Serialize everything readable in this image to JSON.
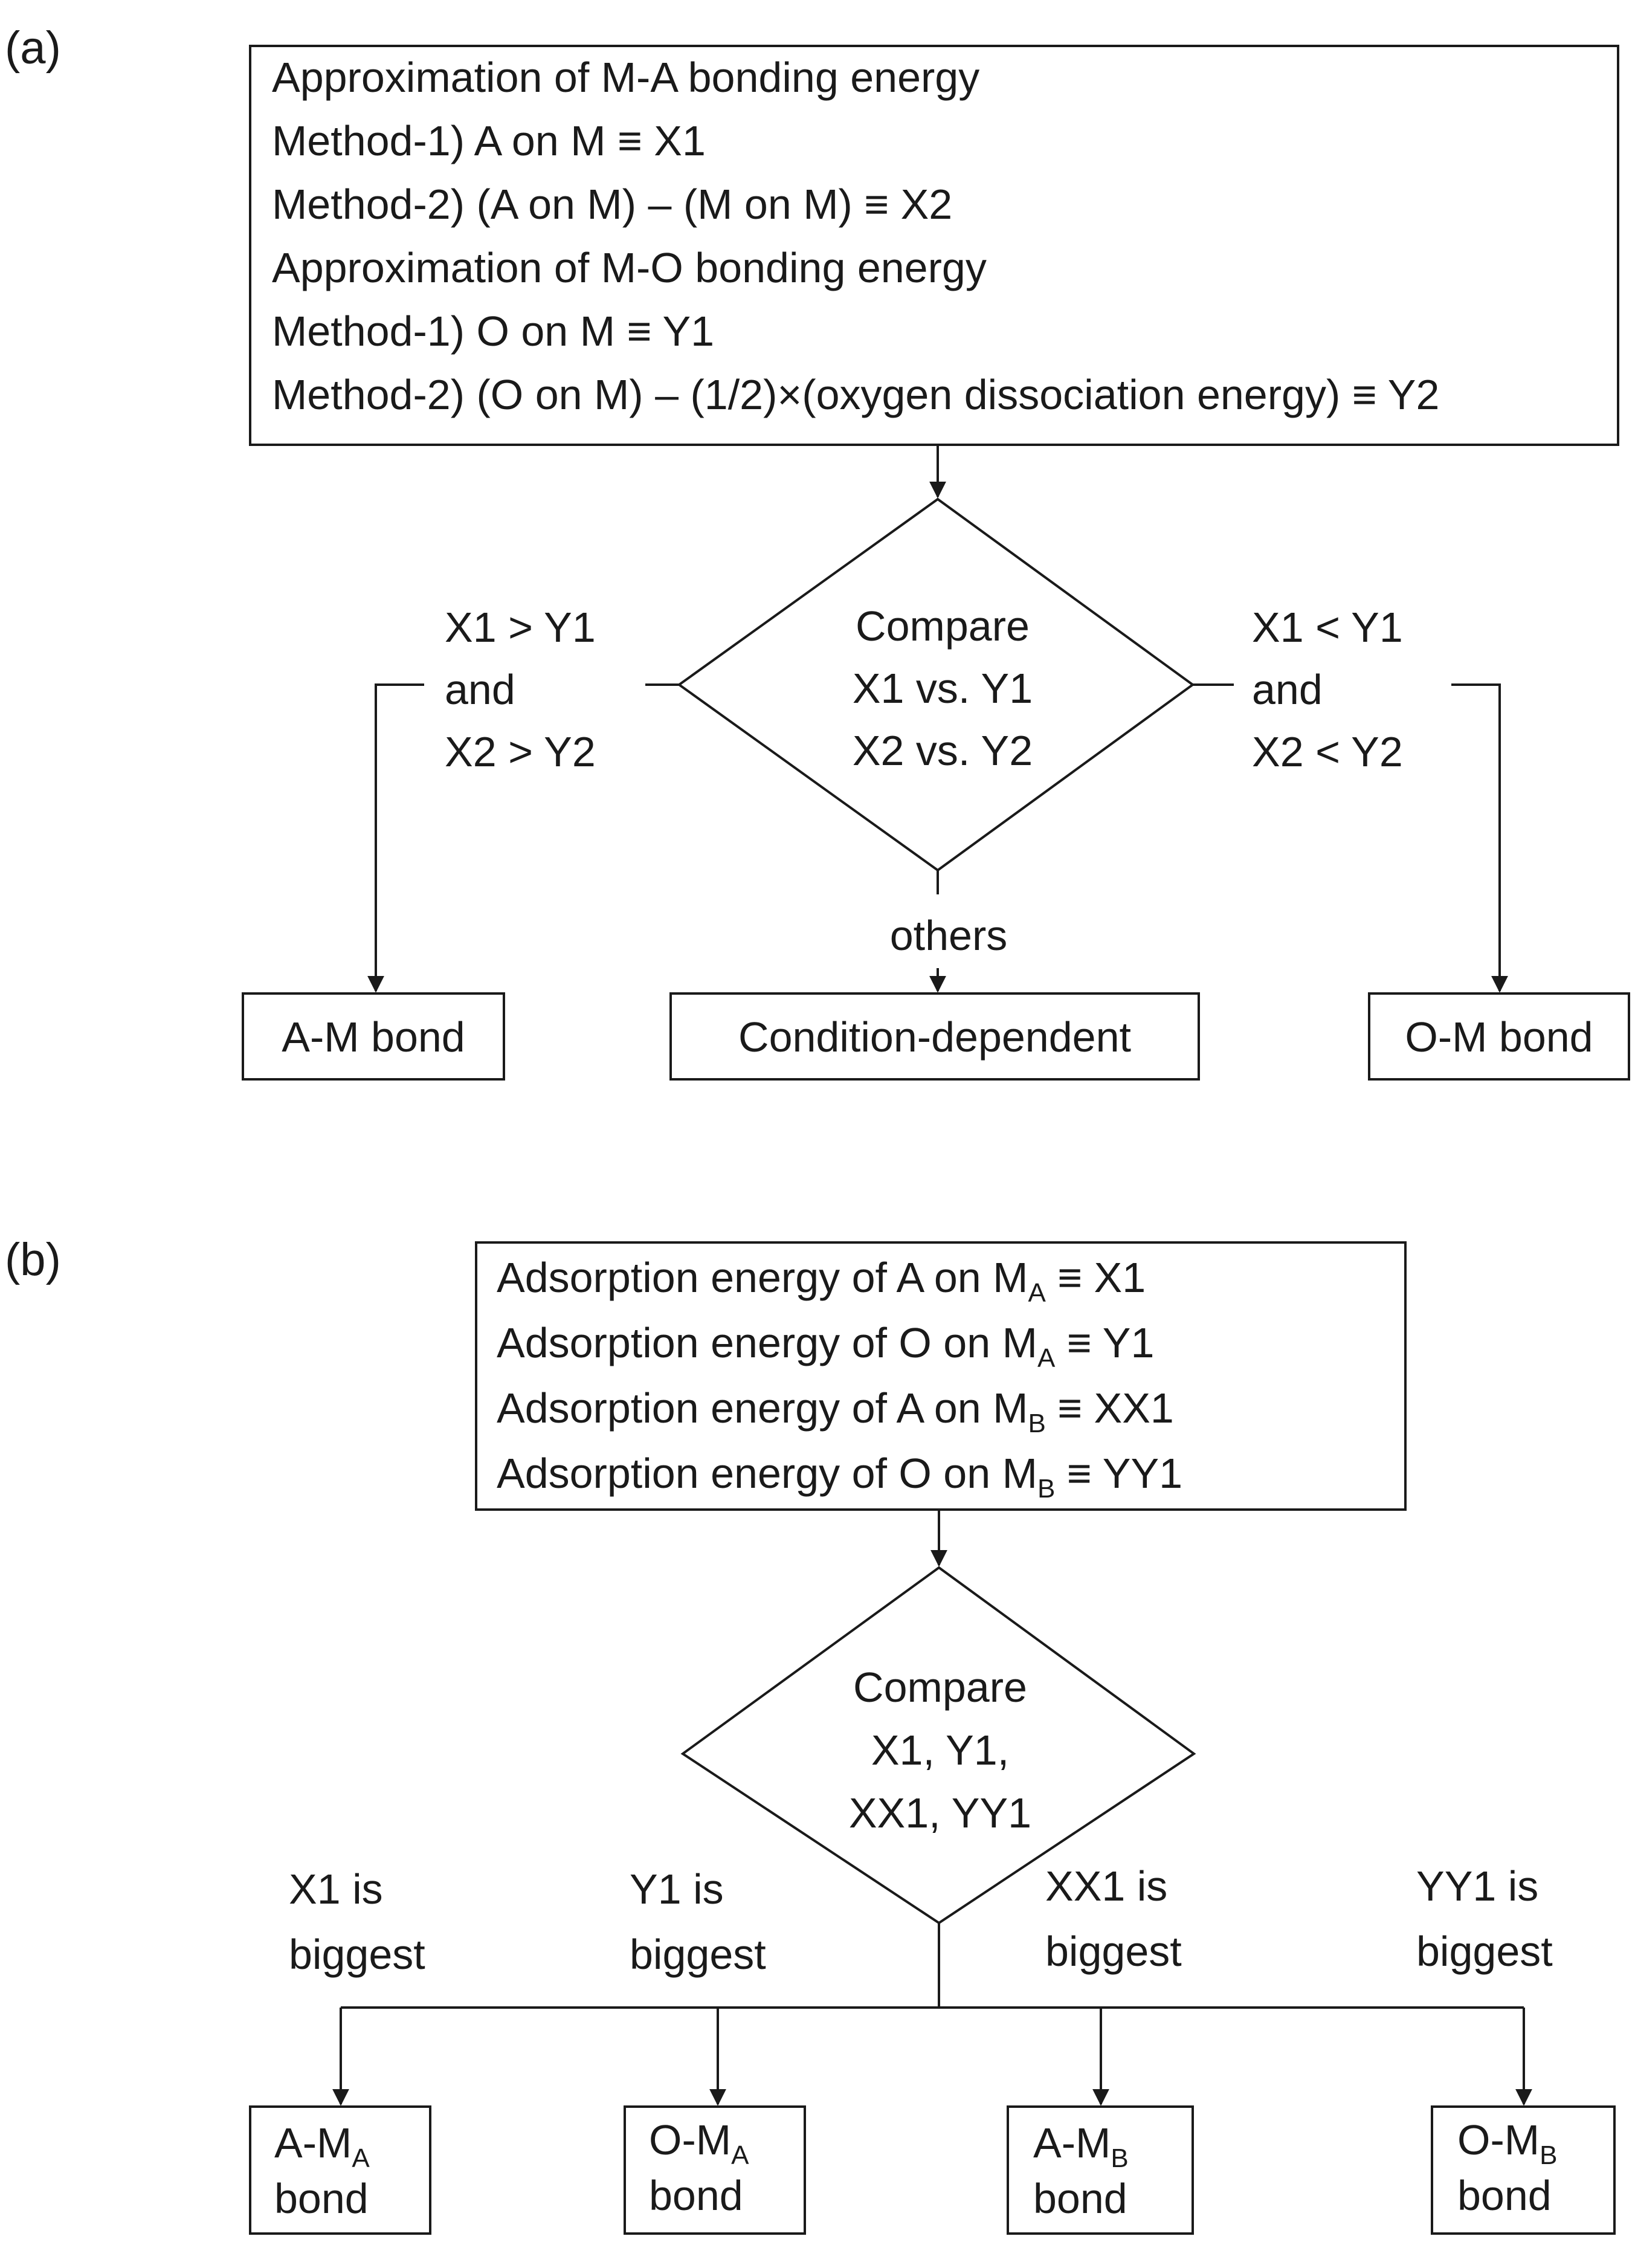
{
  "panel_a": {
    "label": "(a)",
    "top_box": {
      "lines": [
        "Approximation of M-A bonding energy",
        "Method-1) A on M ≡ X1",
        "Method-2) (A on M) – (M on M) ≡ X2",
        "Approximation of M-O bonding energy",
        "Method-1) O on M ≡ Y1",
        "Method-2) (O on M) – (1/2)×(oxygen dissociation energy) ≡ Y2"
      ]
    },
    "decision": {
      "lines": [
        "Compare",
        "X1 vs. Y1",
        "X2 vs. Y2"
      ]
    },
    "left_condition": [
      "X1 > Y1",
      "and",
      "X2 > Y2"
    ],
    "right_condition": [
      "X1 < Y1",
      "and",
      "X2 < Y2"
    ],
    "bottom_condition": "others",
    "outcomes": {
      "left": "A-M bond",
      "middle": "Condition-dependent",
      "right": "O-M bond"
    }
  },
  "panel_b": {
    "label": "(b)",
    "top_box": {
      "lines": [
        {
          "pre": "Adsorption energy of A on M",
          "sub": "A",
          "post": " ≡ X1"
        },
        {
          "pre": "Adsorption energy of O on M",
          "sub": "A",
          "post": " ≡ Y1"
        },
        {
          "pre": "Adsorption energy of A on M",
          "sub": "B",
          "post": " ≡ XX1"
        },
        {
          "pre": "Adsorption energy of O on M",
          "sub": "B",
          "post": " ≡ YY1"
        }
      ]
    },
    "decision": {
      "lines": [
        "Compare",
        "X1,  Y1,",
        "XX1,  YY1"
      ]
    },
    "conditions": [
      [
        "X1 is",
        "biggest"
      ],
      [
        "Y1 is",
        "biggest"
      ],
      [
        "XX1 is",
        "biggest"
      ],
      [
        "YY1 is",
        "biggest"
      ]
    ],
    "outcomes": [
      {
        "pre": "A-M",
        "sub": "A",
        "line2": "bond"
      },
      {
        "pre": "O-M",
        "sub": "A",
        "line2": "bond"
      },
      {
        "pre": "A-M",
        "sub": "B",
        "line2": "bond"
      },
      {
        "pre": "O-M",
        "sub": "B",
        "line2": "bond"
      }
    ]
  }
}
